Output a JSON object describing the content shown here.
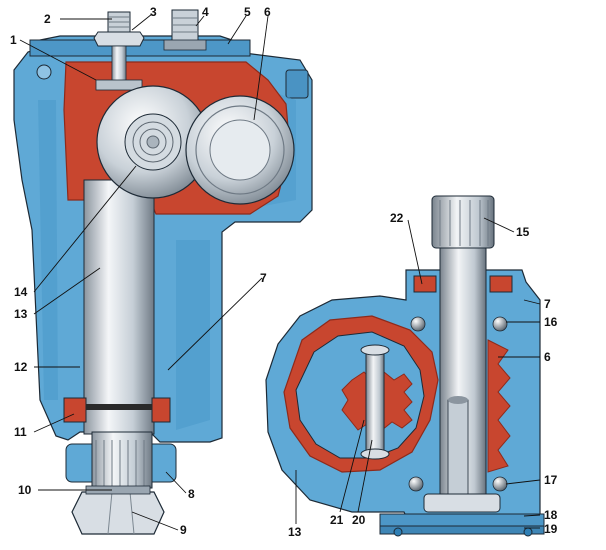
{
  "colors": {
    "housing_blue": "#5fa9d6",
    "housing_blue_dark": "#2f7fb4",
    "cavity_red": "#c8462f",
    "cavity_red_dark": "#8e2a1b",
    "steel_light": "#e9edf1",
    "steel_mid": "#b9c3cc",
    "steel_dark": "#6f7a85",
    "outline": "#1d2a36"
  },
  "callouts": [
    {
      "id": "c1",
      "label": "1"
    },
    {
      "id": "c2",
      "label": "2"
    },
    {
      "id": "c3",
      "label": "3"
    },
    {
      "id": "c4",
      "label": "4"
    },
    {
      "id": "c5",
      "label": "5"
    },
    {
      "id": "c6a",
      "label": "6"
    },
    {
      "id": "c7a",
      "label": "7"
    },
    {
      "id": "c8",
      "label": "8"
    },
    {
      "id": "c9",
      "label": "9"
    },
    {
      "id": "c10",
      "label": "10"
    },
    {
      "id": "c11",
      "label": "11"
    },
    {
      "id": "c12",
      "label": "12"
    },
    {
      "id": "c13a",
      "label": "13"
    },
    {
      "id": "c14",
      "label": "14"
    },
    {
      "id": "c15",
      "label": "15"
    },
    {
      "id": "c22",
      "label": "22"
    },
    {
      "id": "c7b",
      "label": "7"
    },
    {
      "id": "c16",
      "label": "16"
    },
    {
      "id": "c6b",
      "label": "6"
    },
    {
      "id": "c17",
      "label": "17"
    },
    {
      "id": "c18",
      "label": "18"
    },
    {
      "id": "c19",
      "label": "19"
    },
    {
      "id": "c13b",
      "label": "13"
    },
    {
      "id": "c21",
      "label": "21"
    },
    {
      "id": "c20",
      "label": "20"
    }
  ]
}
